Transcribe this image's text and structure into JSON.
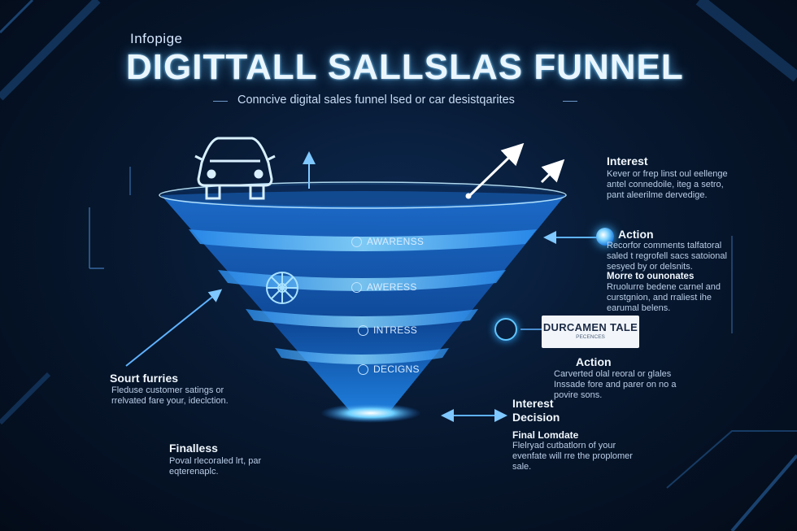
{
  "header": {
    "eyebrow": "Infopige",
    "title": "DIGITTALL SALLSLAS FUNNEL",
    "subtitle": "Conncive digital sales funnel lsed or car desistqarites"
  },
  "funnel": {
    "stages": [
      {
        "label": "AWARENSS",
        "icon": "people-icon"
      },
      {
        "label": "AWERESS",
        "icon": "eye-icon"
      },
      {
        "label": "INTRESS",
        "icon": "chart-icon"
      },
      {
        "label": "DECIGNS",
        "icon": "handshake-icon"
      }
    ],
    "top_icon": "car-icon",
    "side_icon": "wheel-icon"
  },
  "notes": {
    "interest_top": {
      "title": "Interest",
      "lines": [
        "Kever or frep linst oul eellenge",
        "antel connedoile, iteg a setro,",
        "pant aleerilme dervedige."
      ]
    },
    "action_top": {
      "title": "Action",
      "lines": [
        "Recorfor comments talfatoral",
        "saled t regrofell sacs satoional",
        "sesyed by or delsnits."
      ]
    },
    "more": {
      "title": "Morre to ounonates",
      "lines": [
        "Rruolurre bedene carnel and",
        "curstgnion, and rraliest ihe",
        "earumal belens."
      ]
    },
    "badge": {
      "title": "DURCAMEN TALE",
      "sub": "PECENCES"
    },
    "action_mid": {
      "title": "Action",
      "lines": [
        "Carverted olal reoral or glales",
        "Inssade fore and parer on no a",
        "povire sons."
      ]
    },
    "interest_decision": {
      "title1": "Interest",
      "title2": "Decision"
    },
    "final_lomdate": {
      "title": "Final Lomdate",
      "lines": [
        "Flelryad cutbatlorn of your",
        "evenfate will rre the proplomer",
        "sale."
      ]
    },
    "sourt": {
      "title": "Sourt furries",
      "lines": [
        "Fleduse customer satings or",
        "rrelvated fare your, ideclction."
      ]
    },
    "finalless": {
      "title": "Finalless",
      "lines": [
        "Poval rlecoraled lrt, par",
        "eqterenaplc."
      ]
    }
  },
  "colors": {
    "accent": "#3fb4ff",
    "glow": "#7fd8ff",
    "background": "#061630"
  }
}
